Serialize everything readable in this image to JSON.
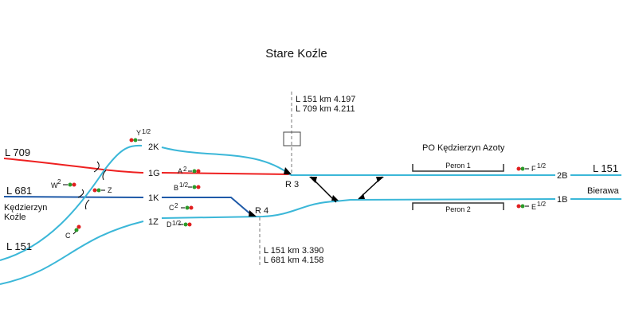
{
  "title": "Stare Koźle",
  "colors": {
    "line709": "#ee2020",
    "line681": "#1f5aa8",
    "line151": "#3bb7d8",
    "signal_red": "#e02020",
    "signal_green": "#2a9a2a"
  },
  "lines": {
    "l709": "L 709",
    "l681": "L 681",
    "l151_left": "L 151",
    "l151_right": "L 151"
  },
  "places": {
    "kedzierzyn_1": "Kędzierzyn",
    "kedzierzyn_2": "Koźle",
    "bierawa": "Bierawa",
    "po": "PO Kędzierzyn Azoty"
  },
  "tracks": {
    "t2K": "2K",
    "t1G": "1G",
    "t1K": "1K",
    "t1Z": "1Z",
    "t2B": "2B",
    "t1B": "1B"
  },
  "posts": {
    "r3": "R 3",
    "r4": "R 4"
  },
  "km": {
    "r3_a": "L 151 km  4.197",
    "r3_b": "L 709 km  4.211",
    "r4_a": "L 151 km 3.390",
    "r4_b": "L 681 km 4.158"
  },
  "platforms": {
    "p1": "Peron 1",
    "p2": "Peron 2"
  },
  "signals": {
    "y": {
      "name": "Y",
      "sup": "1/2"
    },
    "a": {
      "name": "A",
      "sup": "2"
    },
    "b": {
      "name": "B",
      "sup": "1/2"
    },
    "c2": {
      "name": "C",
      "sup": "2"
    },
    "d": {
      "name": "D",
      "sup": "1/2"
    },
    "w": {
      "name": "W",
      "sup": "2"
    },
    "z": {
      "name": "Z"
    },
    "c": {
      "name": "C"
    },
    "f": {
      "name": "F",
      "sup": "1/2"
    },
    "e": {
      "name": "E",
      "sup": "1/2"
    }
  }
}
